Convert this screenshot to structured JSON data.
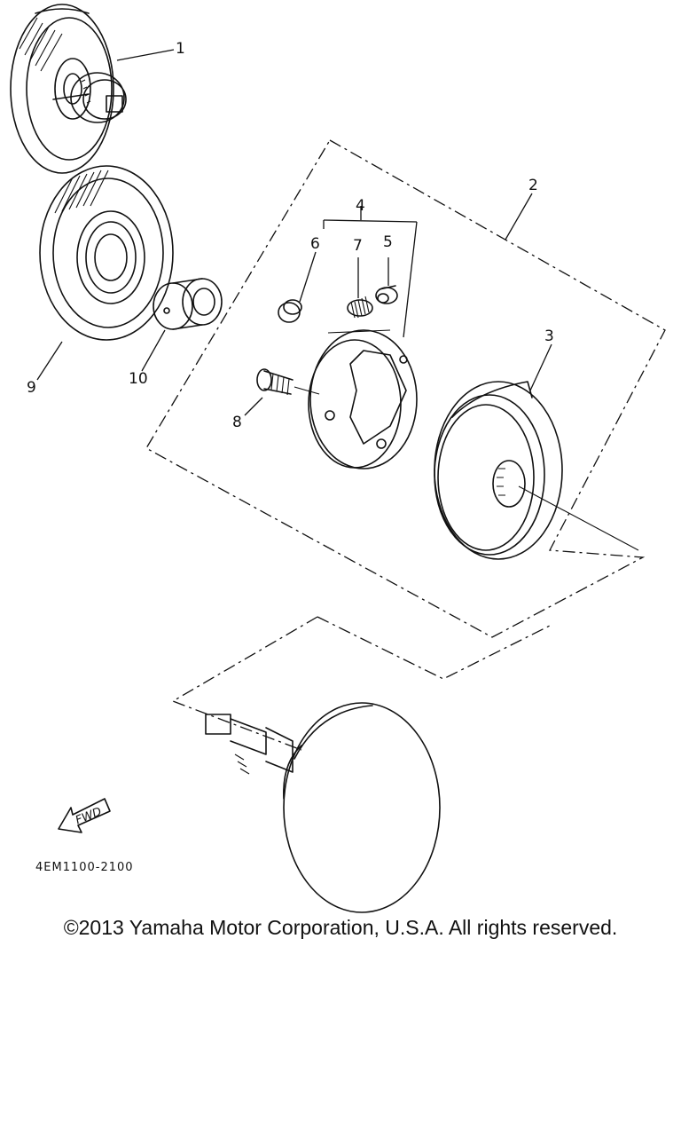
{
  "callouts": {
    "c1": "1",
    "c2": "2",
    "c3": "3",
    "c4": "4",
    "c5": "5",
    "c6": "6",
    "c7": "7",
    "c8": "8",
    "c9": "9",
    "c10": "10"
  },
  "direction_label": "FWD",
  "diagram_code": "4EM1100-2100",
  "copyright": "©2013 Yamaha Motor Corporation, U.S.A. All rights reserved."
}
